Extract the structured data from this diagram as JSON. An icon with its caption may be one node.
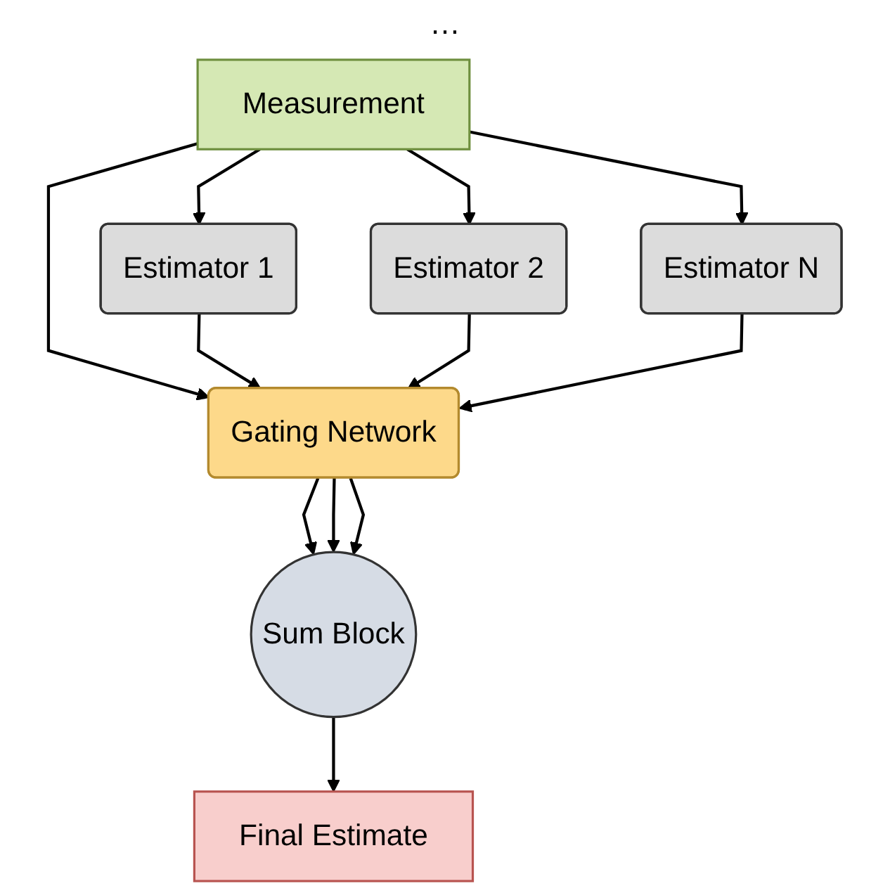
{
  "diagram": {
    "nodes": [
      {
        "text": [
          "Measurement"
        ]
      },
      {
        "text": [
          "Estimator 1"
        ]
      },
      {
        "text": [
          "Estimator 2"
        ]
      },
      {
        "text": [
          "Estimator N"
        ]
      },
      {
        "text": [
          "Gating Network"
        ]
      },
      {
        "text": [
          "Sum Block"
        ]
      },
      {
        "text": [
          "Final Estimate"
        ]
      }
    ],
    "edges": [
      {
        "from": 0,
        "to": 1,
        "arrow": "to"
      },
      {
        "from": 0,
        "to": 2,
        "arrow": "to"
      },
      {
        "from": 0,
        "to": 3,
        "arrow": "to"
      },
      {
        "from": 0,
        "to": 4,
        "arrow": "to"
      },
      {
        "from": 1,
        "to": 4,
        "arrow": "to"
      },
      {
        "from": 2,
        "to": 4,
        "arrow": "to"
      },
      {
        "from": 3,
        "to": 4,
        "arrow": "to"
      },
      {
        "from": 4,
        "to": 5,
        "arrow": "to"
      },
      {
        "from": 4,
        "to": 5,
        "arrow": "to"
      },
      {
        "from": 4,
        "to": 5,
        "arrow": "to"
      },
      {
        "from": 5,
        "to": 6,
        "arrow": "to"
      }
    ],
    "labels": [
      "…"
    ]
  }
}
